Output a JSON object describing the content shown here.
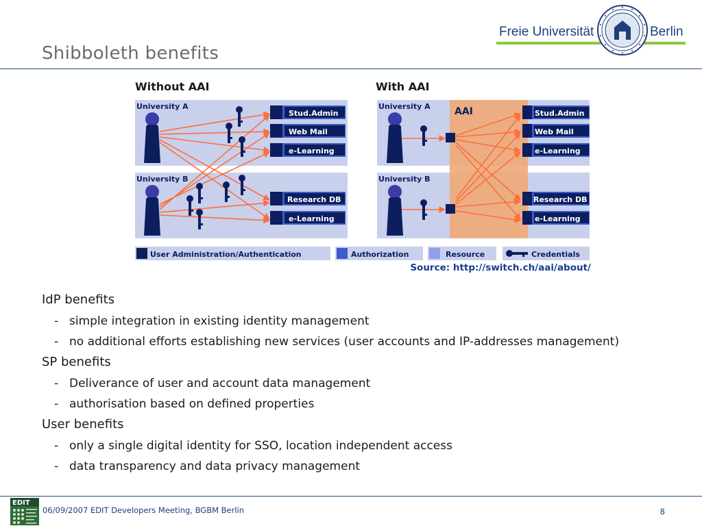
{
  "slide": {
    "title": "Shibboleth benefits",
    "page_number": "8"
  },
  "logo": {
    "left_text": "Freie Universität",
    "right_text": "Berlin"
  },
  "diagram": {
    "left_title": "Without AAI",
    "right_title": "With AAI",
    "university_a": "University A",
    "university_b": "University B",
    "aai_label": "AAI",
    "resources_top": [
      "Stud.Admin",
      "Web Mail",
      "e-Learning"
    ],
    "resources_bottom": [
      "Research DB",
      "e-Learning"
    ],
    "legend": [
      "User Administration/Authentication",
      "Authorization",
      "Resource",
      "Credentials"
    ]
  },
  "source": "Source: http://switch.ch/aai/about/",
  "bullets": [
    {
      "heading": "IdP benefits",
      "items": [
        "simple integration in existing identity management",
        "no additional efforts establishing new services (user accounts and IP-addresses management)"
      ]
    },
    {
      "heading": "SP benefits",
      "items": [
        "Deliverance of user and account data management",
        "authorisation based on defined properties"
      ]
    },
    {
      "heading": "User benefits",
      "items": [
        "only a single digital identity for SSO, location independent access",
        "data transparency and data privacy management"
      ]
    }
  ],
  "footer": {
    "text": "06/09/2007 EDIT Developers Meeting, BGBM Berlin",
    "edit_logo_text": "EDIT"
  },
  "colors": {
    "title": "#6b6b6b",
    "rule": "#1f4e79",
    "fu_blue": "#1f3f7a",
    "fu_green": "#8dc63f",
    "navy": "#0d1e5e",
    "authz": "#3c5ccc",
    "resource": "#8fa0e6",
    "panel": "#c8d0ec",
    "arrow": "#ff6e3c",
    "aai_band": "#f0a878"
  }
}
